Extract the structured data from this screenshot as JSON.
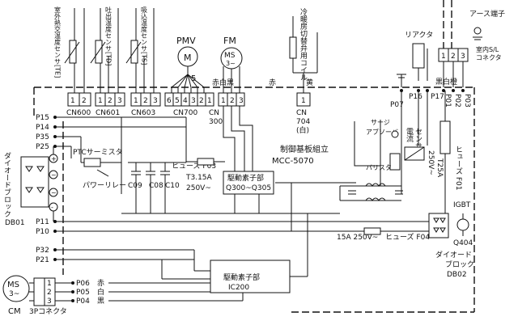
{
  "sensors": {
    "te": {
      "label": "室外熱交温度センサ[TE]",
      "pins": [
        "1",
        "2"
      ],
      "connector": "CN600"
    },
    "td": {
      "label": "吐出温度センサ[TD]",
      "pins": [
        "1",
        "2",
        "3"
      ],
      "connector": "CN601"
    },
    "ts": {
      "label": "吸込温度センサ[TS]",
      "pins": [
        "1",
        "2",
        "3"
      ],
      "connector": "CN603"
    }
  },
  "pmv": {
    "name": "PMV",
    "symbol": "M",
    "number": "5",
    "pins": [
      "6",
      "5",
      "4",
      "3",
      "2",
      "1"
    ],
    "connector": "CN700"
  },
  "fm": {
    "name": "FM",
    "symbol": "MS",
    "phase": "3~",
    "wires": "赤白黒",
    "pins": [
      "1",
      "2",
      "3"
    ],
    "connector": "CN",
    "connector_no": "300"
  },
  "valve": {
    "label": "冷暖房切替弁用コイル",
    "wire": "赤",
    "wire2": "黄",
    "pins": [
      "1"
    ],
    "connector": "CN",
    "connector_no": "704",
    "connector_color": "(白)"
  },
  "reactor": {
    "label": "リアクタ"
  },
  "ground": {
    "label": "アース端子"
  },
  "sl_conn": {
    "label": "室内S/L",
    "label2": "コネクタ",
    "pins": [
      "1",
      "2",
      "3"
    ],
    "wires": "黒白橙"
  },
  "terminals": {
    "p07": "P07",
    "p16": "P16",
    "p17": "P17",
    "p01": "P01",
    "p02": "P02",
    "p03": "P03"
  },
  "board": {
    "label": "制御基板組立",
    "model": "MCC-5070"
  },
  "surge": {
    "label": "サージ",
    "label2": "アブソーバ"
  },
  "current": {
    "label": "電流",
    "label2": "センサ"
  },
  "varistor": {
    "label": "バリスタ"
  },
  "fuse_f01": {
    "label": "T25A",
    "label2": "250V~",
    "name": "ヒューズ F01"
  },
  "fuse_f03": {
    "name": "ヒューズ F03",
    "rating": "T3.15A",
    "voltage": "250V~"
  },
  "drive1": {
    "label": "駆動素子部",
    "parts": "Q300~Q305"
  },
  "drive2": {
    "label": "駆動素子部",
    "parts": "IC200"
  },
  "ptc": {
    "label": "PTCサーミスタ",
    "relay": "パワーリレー"
  },
  "caps": {
    "c09": "C09",
    "c08": "C08",
    "c10": "C10"
  },
  "diode_left": {
    "label": "ダイオードブロック",
    "name": "DB01"
  },
  "diode_right": {
    "label": "ダイオード",
    "label2": "ブロック",
    "name": "DB02"
  },
  "igbt": {
    "label": "IGBT",
    "name": "Q404"
  },
  "fuse_f04": {
    "rating": "15A 250V~",
    "name": "ヒューズ F04"
  },
  "left_terminals": [
    "P15",
    "P14",
    "P35",
    "P25",
    "P11",
    "P10",
    "P32",
    "P21"
  ],
  "compressor": {
    "symbol": "MS",
    "phase": "3~",
    "label": "CM",
    "connector": "3Pコネクタ",
    "pins": [
      "1",
      "2",
      "3"
    ],
    "terminals": [
      "P06",
      "P05",
      "P04"
    ],
    "wires": [
      "赤",
      "白",
      "黒"
    ]
  }
}
